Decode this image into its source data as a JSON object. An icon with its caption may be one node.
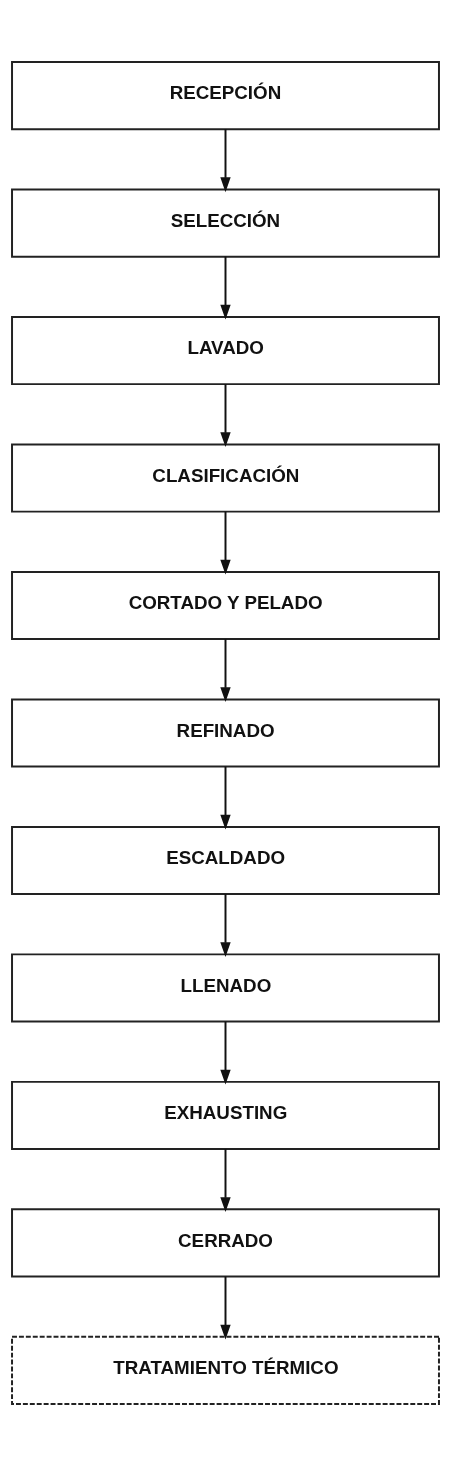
{
  "diagram": {
    "nodes": [
      {
        "text": [
          "RECEPCIÓN"
        ]
      },
      {
        "text": [
          "SELECCIÓN"
        ]
      },
      {
        "text": [
          "LAVADO"
        ]
      },
      {
        "text": [
          "CLASIFICACIÓN"
        ]
      },
      {
        "text": [
          "CORTADO Y PELADO"
        ]
      },
      {
        "text": [
          "REFINADO"
        ]
      },
      {
        "text": [
          "ESCALDADO"
        ]
      },
      {
        "text": [
          "LLENADO"
        ]
      },
      {
        "text": [
          "EXHAUSTING"
        ]
      },
      {
        "text": [
          "CERRADO"
        ]
      },
      {
        "text": [
          "TRATAMIENTO TÉRMICO"
        ]
      }
    ],
    "edges": [
      {
        "from": 0,
        "to": 1,
        "arrow": "to"
      },
      {
        "from": 1,
        "to": 2,
        "arrow": "to"
      },
      {
        "from": 2,
        "to": 3,
        "arrow": "to"
      },
      {
        "from": 3,
        "to": 4,
        "arrow": "to"
      },
      {
        "from": 4,
        "to": 5,
        "arrow": "to"
      },
      {
        "from": 5,
        "to": 6,
        "arrow": "to"
      },
      {
        "from": 6,
        "to": 7,
        "arrow": "to"
      },
      {
        "from": 7,
        "to": 8,
        "arrow": "to"
      },
      {
        "from": 8,
        "to": 9,
        "arrow": "to"
      },
      {
        "from": 9,
        "to": 10,
        "arrow": "to"
      }
    ]
  }
}
